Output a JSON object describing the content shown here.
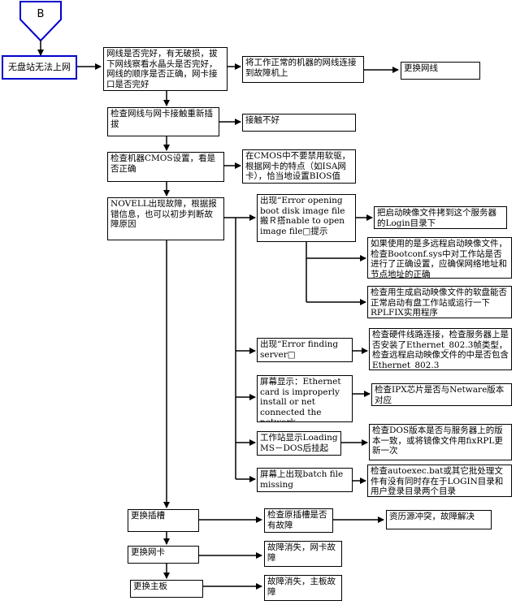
{
  "connector": {
    "label": "B"
  },
  "boxes": {
    "start": "无盘站无法上网",
    "check_cable": "网线是否完好，有无破损，拔下网线察看水晶头是否完好，网线的顺序是否正确，网卡接口是否完好",
    "swap_cable_test": "将工作正常的机器的网线连接到故障机上",
    "replace_cable": "更换网线",
    "reseat": "检查网线与网卡接触重新插拔",
    "bad_contact": "接触不好",
    "cmos": "检查机器CMOS设置，看是否正确",
    "cmos_fix": "在CMOS中不要禁用软驱，根据网卡的特点（如ISA网卡），恰当地设置BIOS值",
    "novell": "NOVELL出现故障，根据报错信息，也可以初步判断故障原因",
    "err_boot": "出现“Error opening boot disk image file 搬Ｒ搭nable to open image file□提示",
    "fix_copy": "把启动映像文件拷到这个服务器的Login目录下",
    "fix_bootconf": "如果使用的是多远程启动映像文件，检查Bootconf.sys中对工作站是否进行了正确设置，应确保网络地址和节点地址的正确",
    "fix_rplfix": "检查用生成启动映像文件的软盘能否正常启动有盘工作站或运行一下RPLFIX实用程序",
    "err_server": "出现“Error finding server□",
    "fix_server": "检查硬件线路连接，检查服务器上是否安装了Ethernet_802.3帧类型，检查远程启动映像文件的中是否包含Ethernet_802.3",
    "err_card": "屏幕显示：Ethernet card is improperly install or net connected the network.",
    "fix_card": "检查IPX芯片是否与Netware版本对应",
    "err_dos": "工作站显示Loading MS－DOS后挂起",
    "fix_dos": "检查DOS版本是否与服务器上的版本一致，或将镜像文件用fixRPL更新一次",
    "err_batch": "屏幕上出现batch file missing",
    "fix_batch": "检查autoexec.bat或其它批处理文件有没有同时存在于LOGIN目录和用户登录目录两个目录",
    "replace_slot": "更换插槽",
    "check_slot": "检查原插槽是否有故障",
    "slot_result": "资历源冲突，故障解决",
    "replace_nic": "更换网卡",
    "nic_result": "故障消失，网卡故障",
    "replace_board": "更换主板",
    "board_result": "故障消失，主板故障"
  }
}
